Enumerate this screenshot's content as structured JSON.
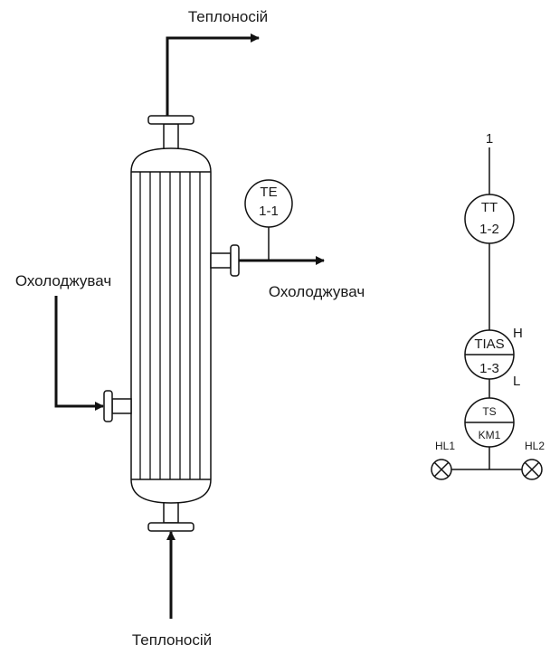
{
  "flows": {
    "coolant_top": "Теплоносій",
    "coolant_bottom": "Теплоносій",
    "cooler_in": "Охолоджувач",
    "cooler_out": "Охолоджувач"
  },
  "instruments": {
    "te": {
      "top": "TE",
      "bottom": "1-1"
    },
    "tt": {
      "top": "TT",
      "bottom": "1-2"
    },
    "tias": {
      "top": "TIAS",
      "bottom": "1-3",
      "high": "H",
      "low": "L"
    },
    "ts": {
      "top": "TS",
      "bottom": "KM1"
    }
  },
  "loop_number": "1",
  "lamps": {
    "left": "HL1",
    "right": "HL2"
  }
}
